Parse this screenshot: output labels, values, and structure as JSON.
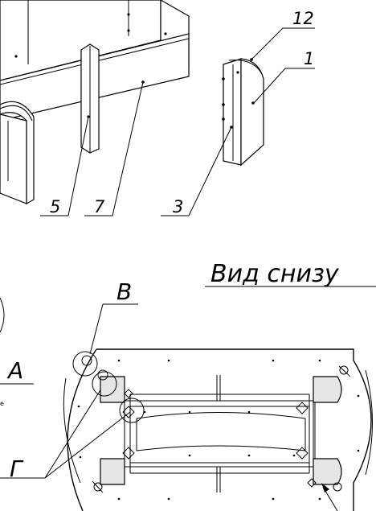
{
  "labels": {
    "part_12": "12",
    "part_1": "1",
    "part_5": "5",
    "part_7": "7",
    "part_3": "3",
    "view_title": "Вид снизу",
    "callout_v": "В",
    "callout_a": "А",
    "callout_g": "Г"
  }
}
